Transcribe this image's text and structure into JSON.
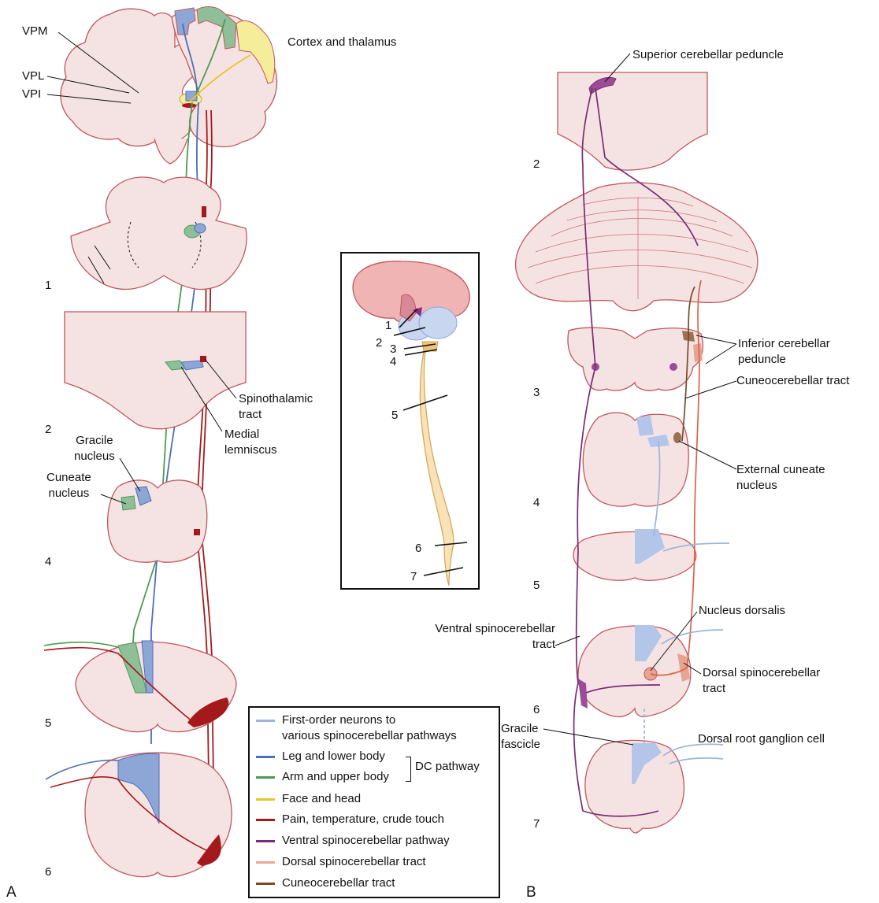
{
  "colors": {
    "tissue_fill": "#f5e3e3",
    "tissue_stroke": "#c0575d",
    "first_order": "#9db5dc",
    "leg_lower_body": "#4c6fb5",
    "arm_upper_body": "#4e9a52",
    "face_head": "#e3c72b",
    "pain_temp": "#a41a1c",
    "ventral_spinocerebellar": "#7b2a78",
    "dorsal_spinocerebellar": "#e98b78",
    "cuneocerebellar": "#7a4a2a",
    "cord_fill": "#f8e2b8"
  },
  "panel_a": {
    "panel_label": "A",
    "cortex_title": "Cortex and thalamus",
    "thalamus_labels": [
      "VPM",
      "VPL",
      "VPI"
    ],
    "section_numbers": [
      "1",
      "2",
      "4",
      "5",
      "6"
    ],
    "labels": {
      "spinothalamic": "Spinothalamic\ntract",
      "medial_lemniscus": "Medial\nlemniscus",
      "gracile_nucleus": "Gracile\nnucleus",
      "cuneate_nucleus": "Cuneate\nnucleus"
    }
  },
  "inset": {
    "levels": [
      "1",
      "2",
      "3",
      "4",
      "5",
      "6",
      "7"
    ]
  },
  "panel_b": {
    "panel_label": "B",
    "section_numbers": [
      "2",
      "3",
      "4",
      "5",
      "6",
      "7"
    ],
    "labels": {
      "superior_peduncle": "Superior cerebellar peduncle",
      "inferior_peduncle": "Inferior cerebellar\npeduncle",
      "cuneocerebellar": "Cuneocerebellar tract",
      "external_cuneate": "External cuneate\nnucleus",
      "nucleus_dorsalis": "Nucleus dorsalis",
      "ventral_spinocerebellar": "Ventral spinocerebellar\ntract",
      "dorsal_spinocerebellar": "Dorsal spinocerebellar\ntract",
      "gracile_fascicle": "Gracile\nfascicle",
      "drg_cell": "Dorsal root ganglion cell"
    }
  },
  "legend": {
    "items": [
      {
        "label": "First-order neurons to\nvarious spinocerebellar pathways",
        "color": "#9db5dc"
      },
      {
        "label": "Leg and lower body",
        "color": "#4c6fb5"
      },
      {
        "label": "Arm and upper body",
        "color": "#4e9a52"
      },
      {
        "label": "Face and head",
        "color": "#e3c72b"
      },
      {
        "label": "Pain, temperature, crude touch",
        "color": "#a41a1c"
      },
      {
        "label": "Ventral spinocerebellar pathway",
        "color": "#7b2a78"
      },
      {
        "label": "Dorsal spinocerebellar tract",
        "color": "#e9a898"
      },
      {
        "label": "Cuneocerebellar tract",
        "color": "#7a4a2a"
      }
    ],
    "bracket_label": "DC pathway"
  }
}
